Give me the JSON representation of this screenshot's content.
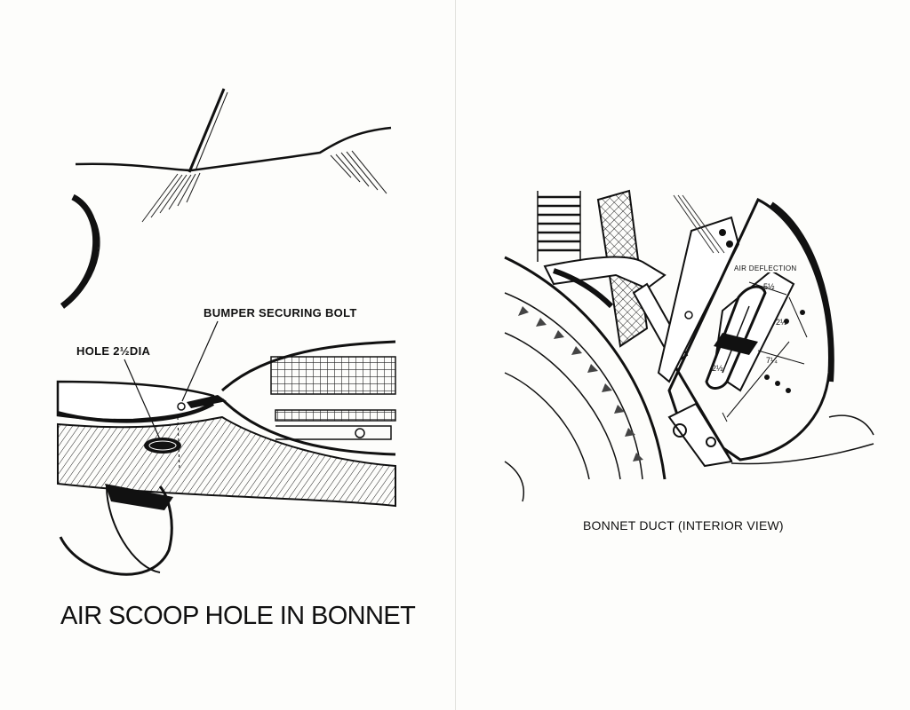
{
  "left_page": {
    "caption": "AIR SCOOP HOLE IN BONNET",
    "labels": {
      "bumper_bolt": "BUMPER SECURING BOLT",
      "hole": "HOLE 2½DIA"
    }
  },
  "right_page": {
    "caption": "BONNET DUCT (INTERIOR VIEW)",
    "labels": {
      "air_deflection": "AIR DEFLECTION",
      "dim_top": "5½",
      "dim_side": "2½",
      "dim_inner": "2½",
      "dim_long": "7¼"
    }
  }
}
